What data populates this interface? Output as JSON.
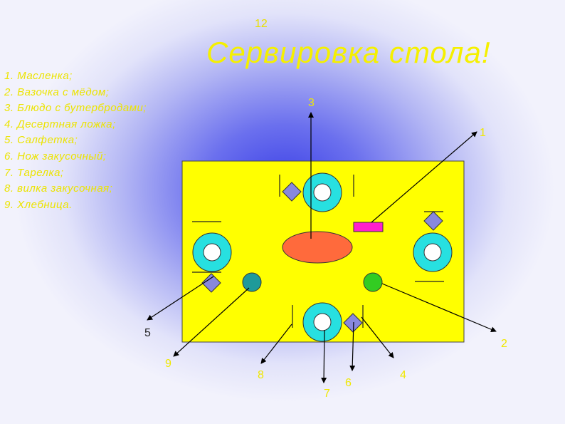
{
  "slide_number": "12",
  "title": "Сервировка стола!",
  "legend": [
    "1. Масленка;",
    "2. Вазочка с мёдом;",
    "3. Блюдо с бутербродами;",
    "4. Десертная ложка;",
    "5. Салфетка;",
    "6. Нож закусочный;",
    "7. Тарелка;",
    "8. вилка закусочная;",
    "9. Хлебница."
  ],
  "callouts": {
    "n1": "1",
    "n2": "2",
    "n3": "3",
    "n4": "4",
    "n5": "5",
    "n6": "6",
    "n7": "7",
    "n8": "8",
    "n9": "9"
  },
  "colors": {
    "table": "#ffff00",
    "plate_ring": "#27e0e0",
    "plate_center": "#ffffff",
    "platter": "#ff6a3c",
    "butter_dish": "#ff1fcc",
    "honey_vase": "#33cc22",
    "bread_basket": "#1e9a9a",
    "napkin": "#8888dd",
    "text": "#f0e800"
  }
}
